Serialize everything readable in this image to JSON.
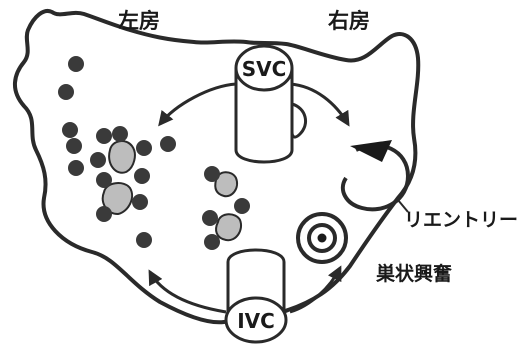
{
  "labels": {
    "left_atrium": "左房",
    "right_atrium": "右房",
    "svc": "SVC",
    "ivc": "IVC",
    "reentry": "リエントリー",
    "focal_excitation": "巣状興奮"
  },
  "colors": {
    "outline": "#2a2a2a",
    "dot": "#3a3a3a",
    "blob": "#bdbdbd",
    "background": "#ffffff"
  }
}
